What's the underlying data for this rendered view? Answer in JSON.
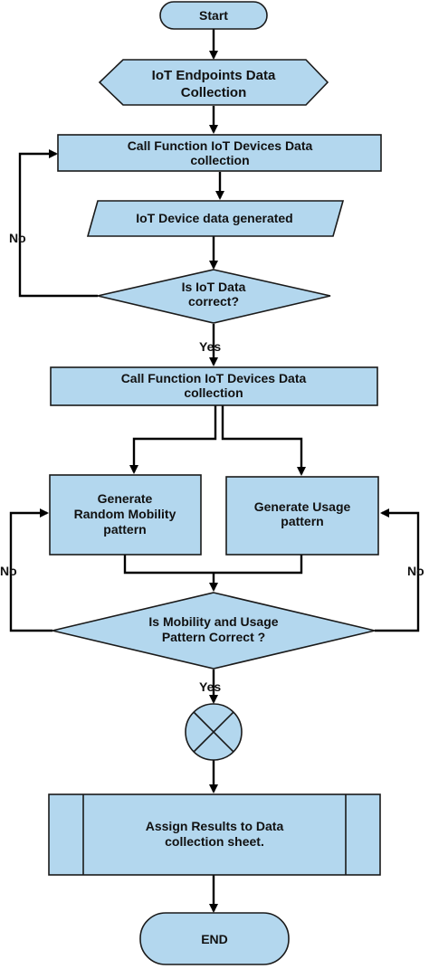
{
  "nodes": {
    "start": "Start",
    "endpoints_1": "IoT Endpoints Data",
    "endpoints_2": "Collection",
    "call1_1": "Call Function IoT Devices Data",
    "call1_2": "collection",
    "generated": "IoT Device data generated",
    "decision1_1": "Is IoT Data",
    "decision1_2": "correct?",
    "call2_1": "Call Function IoT Devices Data",
    "call2_2": "collection",
    "mobility_1": "Generate",
    "mobility_2": "Random Mobility",
    "mobility_3": "pattern",
    "usage_1": "Generate Usage",
    "usage_2": "pattern",
    "decision2_1": "Is Mobility and Usage",
    "decision2_2": "Pattern Correct ?",
    "assign_1": "Assign Results to Data",
    "assign_2": "collection sheet.",
    "end": "END"
  },
  "edges": {
    "no_1": "No",
    "yes_1": "Yes",
    "no_left": "No",
    "no_right": "No",
    "yes_2": "Yes"
  },
  "colors": {
    "fill": "#b3d7ee",
    "stroke": "#1a1a1a",
    "line": "#000000"
  }
}
